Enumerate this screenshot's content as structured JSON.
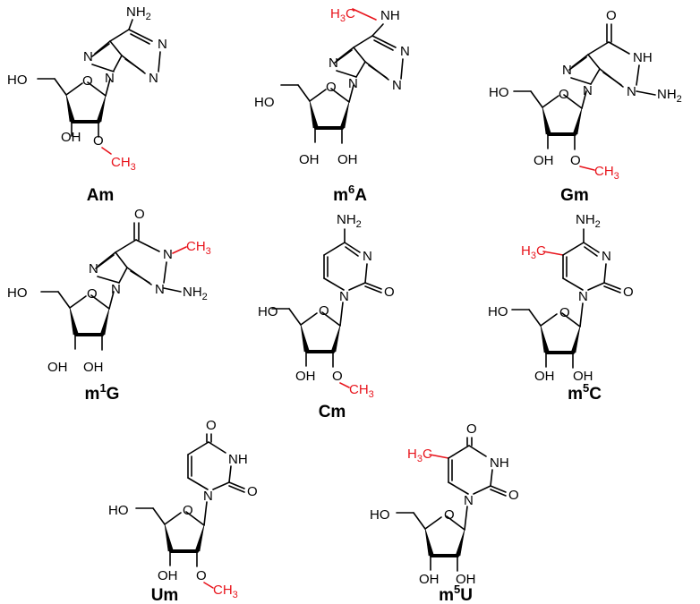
{
  "colors": {
    "modification": "#e8141c",
    "bond": "#000000"
  },
  "atoms": {
    "HO": "HO",
    "OH": "OH",
    "O": "O",
    "N": "N",
    "NH": "NH",
    "NH2": "NH",
    "sub2": "2",
    "CH": "CH",
    "sub3": "3",
    "H": "H",
    "C": "C"
  },
  "molecules": [
    {
      "id": "Am",
      "name": "Am",
      "sup": "",
      "base": "A"
    },
    {
      "id": "m6A",
      "name_pre": "m",
      "sup": "6",
      "name_post": "A",
      "base": "A"
    },
    {
      "id": "Gm",
      "name": "Gm",
      "sup": "",
      "base": "G"
    },
    {
      "id": "m1G",
      "name_pre": "m",
      "sup": "1",
      "name_post": "G",
      "base": "G"
    },
    {
      "id": "Cm",
      "name": "Cm",
      "sup": "",
      "base": "C"
    },
    {
      "id": "m5C",
      "name_pre": "m",
      "sup": "5",
      "name_post": "C",
      "base": "C"
    },
    {
      "id": "Um",
      "name": "Um",
      "sup": "",
      "base": "U"
    },
    {
      "id": "m5U",
      "name_pre": "m",
      "sup": "5",
      "name_post": "U",
      "base": "U"
    }
  ]
}
